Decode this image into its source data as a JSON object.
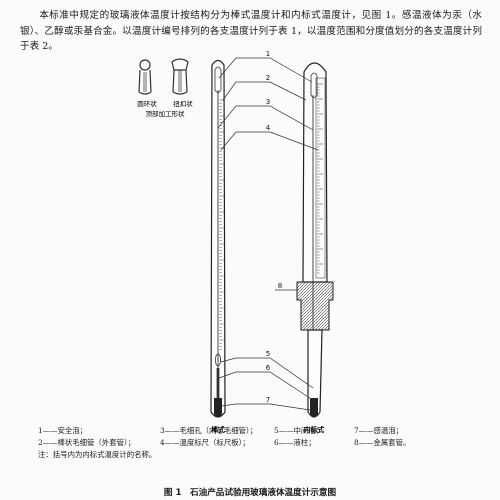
{
  "intro": {
    "paragraphs": [
      "本标准中规定的玻璃液体温度计按结构分为棒式温度计和内标式温度计，见图 1。感温液体为汞（水银）、乙醇或汞基合金。以温度计编号排列的各支温度计列于表 1，以温度范围和分度值划分的各支温度计列于表 2。"
    ]
  },
  "figure": {
    "label_rod": "棒式",
    "label_inner": "内标式",
    "top_shapes": {
      "label_left": "圆环状",
      "label_right": "扭扣状",
      "label_caption": "顶部加工形状"
    },
    "callouts": [
      "1",
      "2",
      "3",
      "4",
      "5",
      "6",
      "7",
      "8"
    ]
  },
  "legend": {
    "rows": [
      [
        "1——安全泡；",
        "3——毛细孔（内芯毛细管）；",
        "5——中间泡；",
        "7——感温泡；"
      ],
      [
        "2——棒状毛细管（外套管）；",
        "4——温度标尺（标尺板）；",
        "6——液柱；",
        "8——金属套管。"
      ]
    ],
    "note": "注：括号内为内标式温度计的名称。"
  },
  "caption": "图 1　石油产品试验用玻璃液体温度计示意图"
}
